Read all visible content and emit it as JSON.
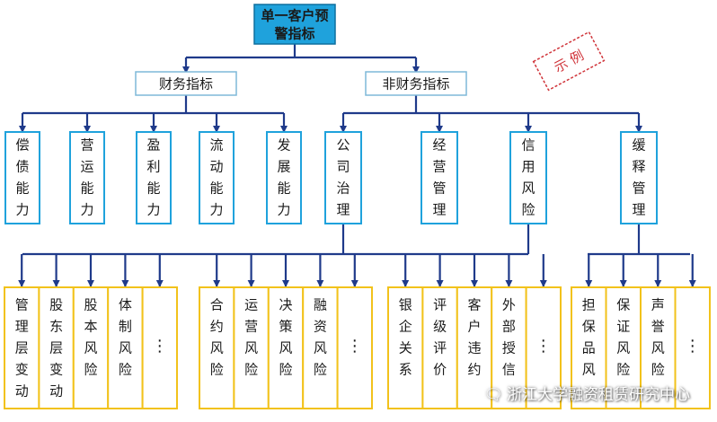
{
  "root": {
    "label_line1": "单一客户预",
    "label_line2": "警指标"
  },
  "stamp": "示  例",
  "level2": [
    {
      "id": "fin",
      "label": "财务指标"
    },
    {
      "id": "nonfin",
      "label": "非财务指标"
    }
  ],
  "fin_children": [
    {
      "label": "偿债能力"
    },
    {
      "label": "营运能力"
    },
    {
      "label": "盈利能力"
    },
    {
      "label": "流动能力"
    },
    {
      "label": "发展能力"
    }
  ],
  "nonfin_children": [
    {
      "label": "公司治理"
    },
    {
      "label": "经营管理"
    },
    {
      "label": "信用风险"
    },
    {
      "label": "缓释管理"
    }
  ],
  "groups": [
    {
      "leaves": [
        "管理层变动",
        "股东层变动",
        "股本风险",
        "体制风险",
        "……"
      ]
    },
    {
      "leaves": [
        "合约风险",
        "运营风险",
        "决策风险",
        "融资风险",
        "……"
      ]
    },
    {
      "leaves": [
        "银企关系",
        "评级评价",
        "客户违约",
        "外部授信",
        "……"
      ]
    },
    {
      "leaves": [
        "担保品风",
        "保证风险",
        "声誉风险",
        "……"
      ]
    }
  ],
  "watermark": "浙江大学融资租赁研究中心",
  "colors": {
    "line": "#1f3a8a",
    "root_fill": "#1fa2dc",
    "root_border": "#0f6f9e",
    "level2_border": "#7fb8d8",
    "mid_border": "#1fa2dc",
    "leaf_border": "#f2c21b",
    "stamp": "#d0343a"
  }
}
